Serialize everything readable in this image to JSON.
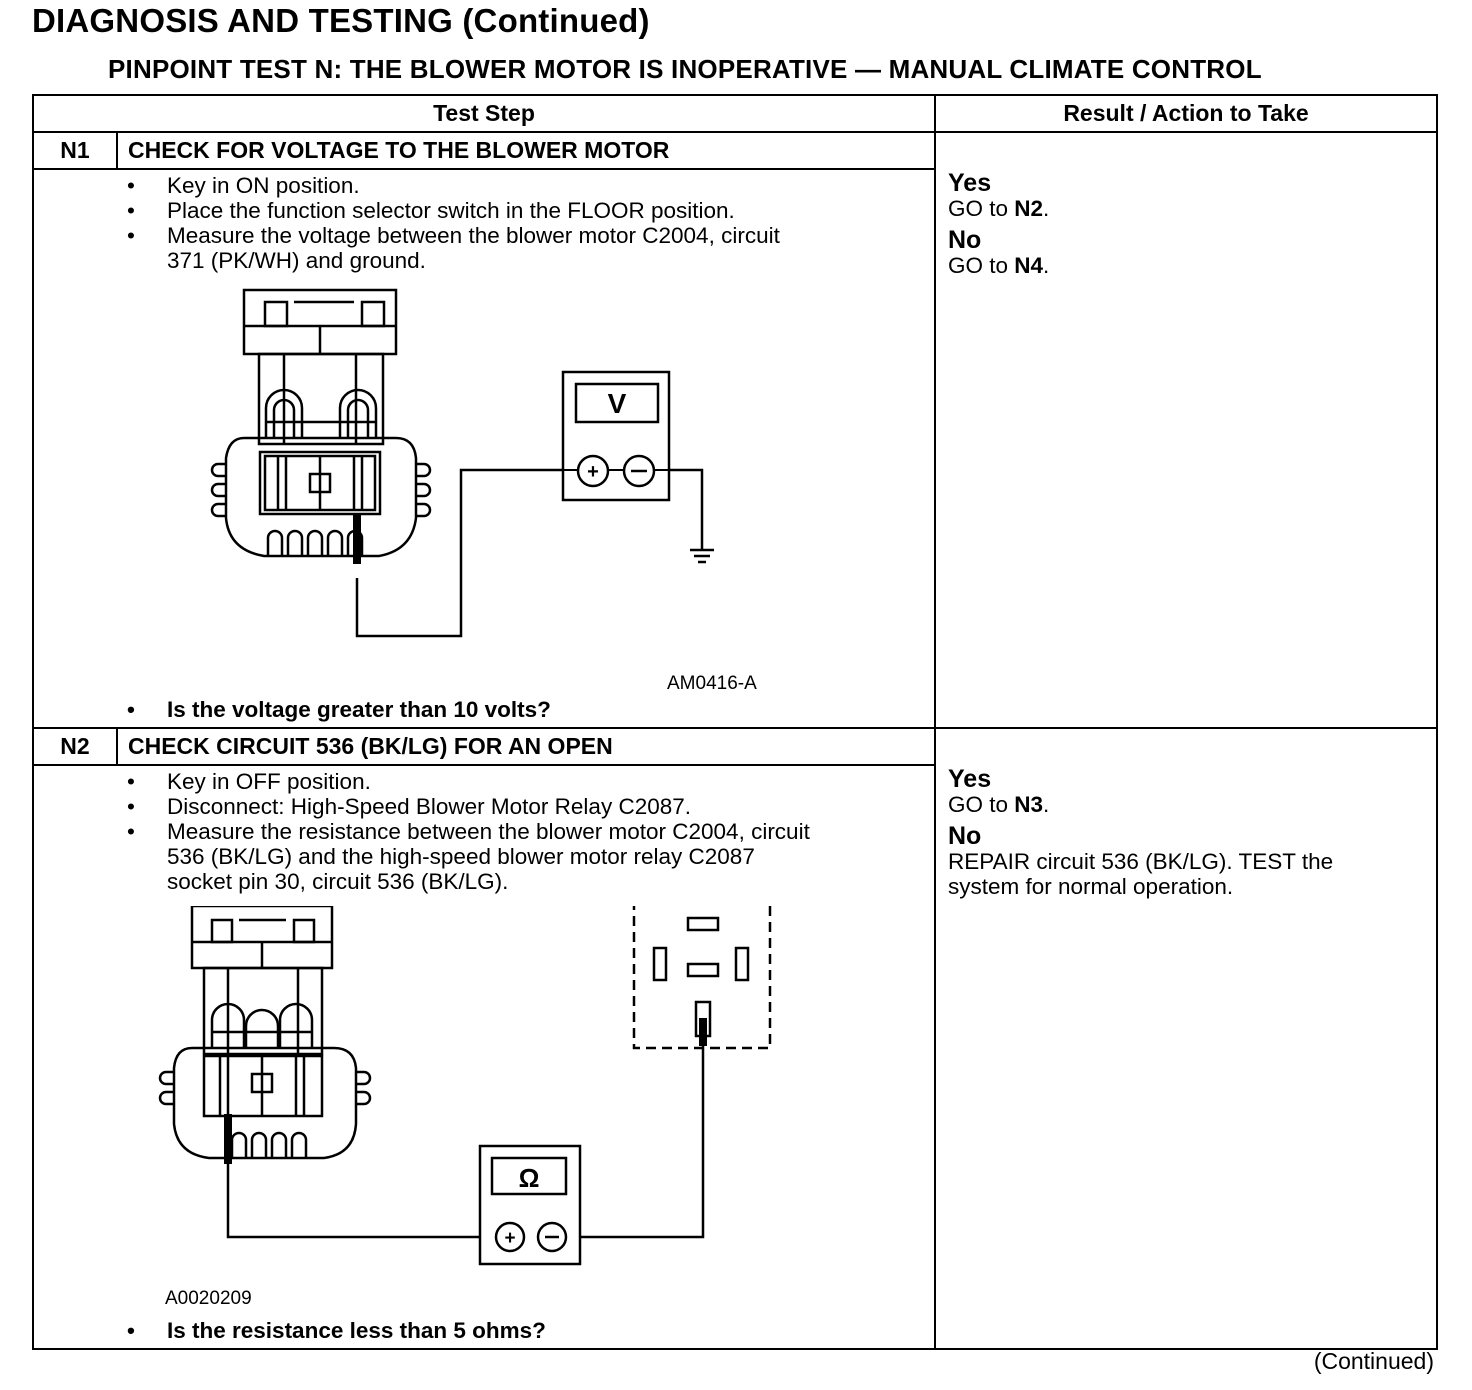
{
  "header": {
    "page_title": "DIAGNOSIS AND TESTING (Continued)",
    "test_title": "PINPOINT TEST N: THE BLOWER MOTOR IS INOPERATIVE — MANUAL CLIMATE CONTROL"
  },
  "table": {
    "col_step": "Test Step",
    "col_result": "Result / Action to Take"
  },
  "steps": [
    {
      "id": "N1",
      "title": "CHECK FOR VOLTAGE TO THE BLOWER MOTOR",
      "bullets": [
        "Key in ON position.",
        "Place the function selector switch in the FLOOR position.",
        "Measure the voltage between the blower motor C2004, circuit",
        "371 (PK/WH) and ground."
      ],
      "figure_id": "AM0416-A",
      "meter_symbol": "V",
      "question": "Is the voltage greater than 10 volts?",
      "yes_label": "Yes",
      "yes_action_prefix": "GO to ",
      "yes_action_target": "N2",
      "no_label": "No",
      "no_action_prefix": "GO to ",
      "no_action_target": "N4"
    },
    {
      "id": "N2",
      "title": "CHECK CIRCUIT 536 (BK/LG) FOR AN OPEN",
      "bullets": [
        "Key in OFF position.",
        "Disconnect: High-Speed Blower Motor Relay C2087.",
        "Measure the resistance between the blower motor C2004, circuit",
        "536 (BK/LG) and the high-speed blower motor relay C2087",
        "socket pin 30, circuit 536 (BK/LG)."
      ],
      "figure_id": "A0020209",
      "meter_symbol": "Ω",
      "question": "Is the resistance less than 5 ohms?",
      "yes_label": "Yes",
      "yes_action_prefix": "GO to ",
      "yes_action_target": "N3",
      "no_label": "No",
      "no_action_line1": "REPAIR circuit 536 (BK/LG). TEST the",
      "no_action_line2": "system for normal operation."
    }
  ],
  "footer": {
    "continued": "(Continued)"
  }
}
